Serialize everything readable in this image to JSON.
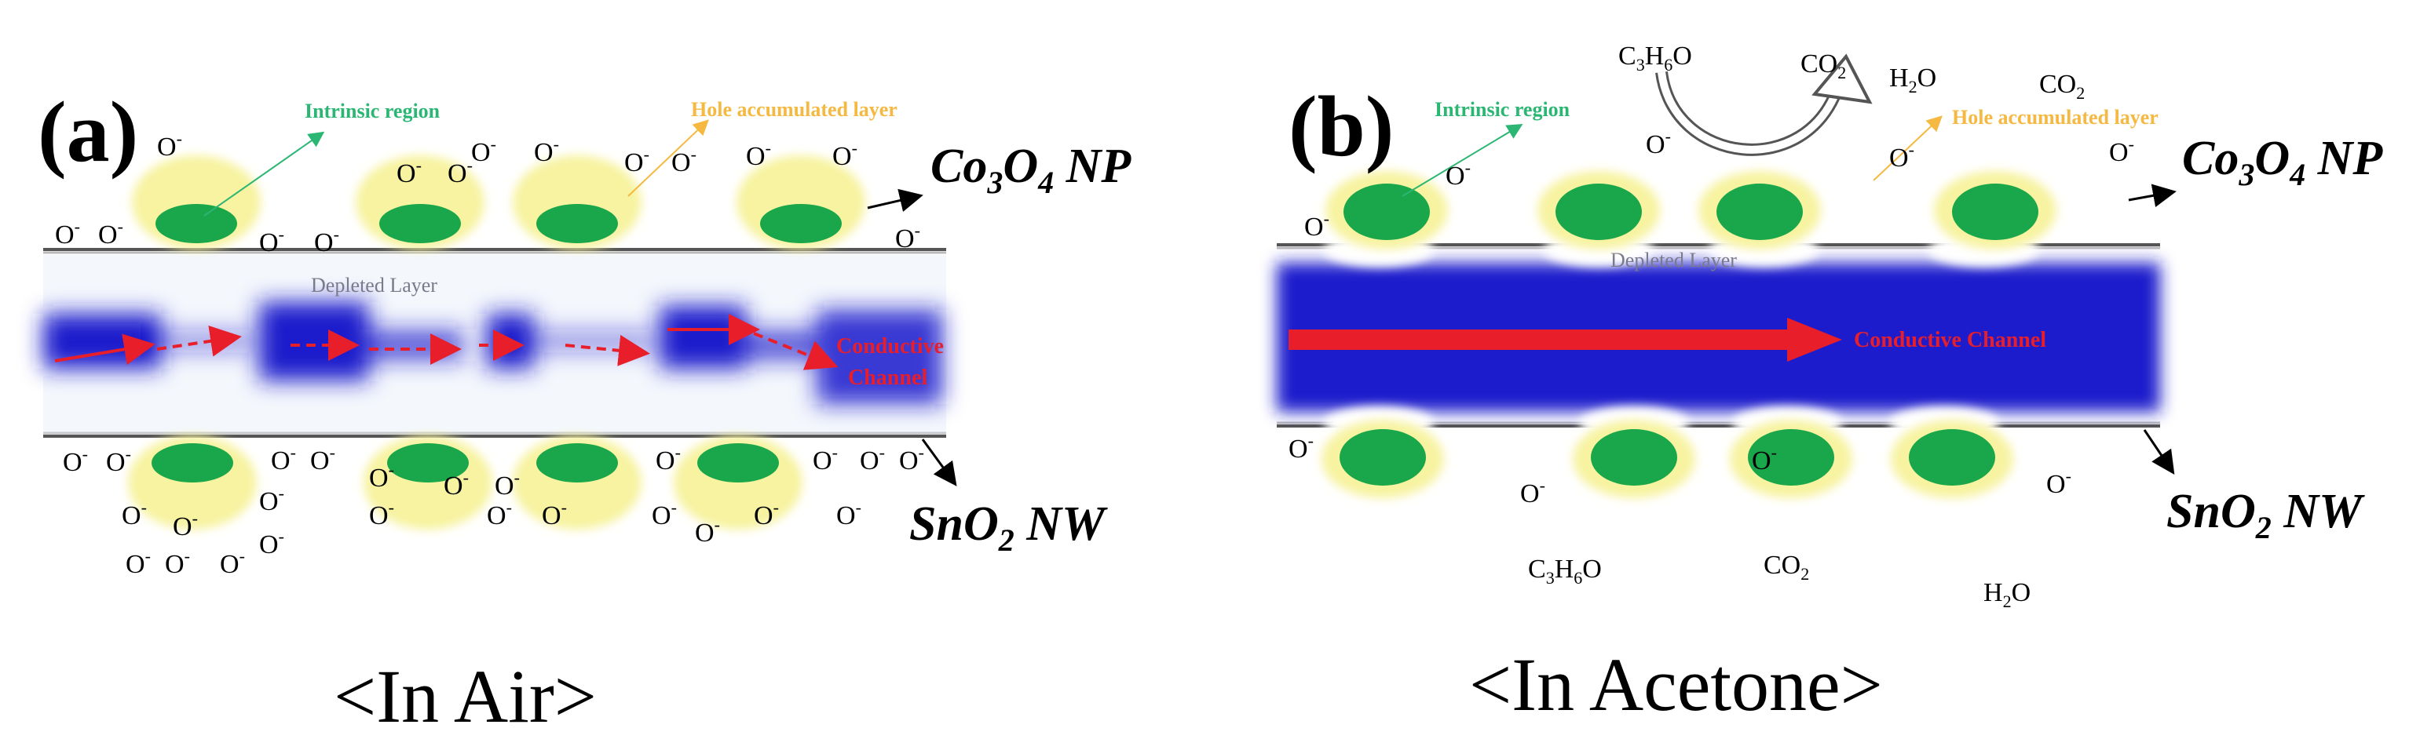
{
  "panel_a": {
    "letter": "(a)",
    "caption": "<In Air>",
    "intrinsic_region": "Intrinsic region",
    "hole_layer": "Hole accumulated layer",
    "depleted_layer": "Depleted Layer",
    "conductive_1": "Conductive",
    "conductive_2": "Channel",
    "np_label": "Co",
    "np_sub1": "3",
    "np_mid": "O",
    "np_sub2": "4",
    "np_tail": " NP",
    "nw_label": "SnO",
    "nw_sub": "2",
    "nw_tail": " NW",
    "oxygen": "O",
    "oxygen_sup": "-"
  },
  "panel_b": {
    "letter": "(b)",
    "caption": "<In Acetone>",
    "intrinsic_region": "Intrinsic region",
    "hole_layer": "Hole accumulated layer",
    "depleted_layer": "Depleted Layer",
    "conductive": "Conductive Channel",
    "np_label": "Co",
    "np_sub1": "3",
    "np_mid": "O",
    "np_sub2": "4",
    "np_tail": " NP",
    "nw_label": "SnO",
    "nw_sub": "2",
    "nw_tail": " NW",
    "oxygen": "O",
    "oxygen_sup": "-",
    "acetone": "C3H6O",
    "acetone_c": "C",
    "acetone_3": "3",
    "acetone_h": "H",
    "acetone_6": "6",
    "acetone_o": "O",
    "co2": "CO",
    "co2_sub": "2",
    "h2o_h": "H",
    "h2o_sub": "2",
    "h2o_o": "O"
  },
  "colors": {
    "channel_blue": "#1a1acc",
    "nanoparticle_green": "#1aa64a",
    "halo_yellow": "#f7f3a0",
    "arrow_red": "#e81e2b",
    "label_green": "#2bb673",
    "label_yellow": "#f5b942"
  }
}
